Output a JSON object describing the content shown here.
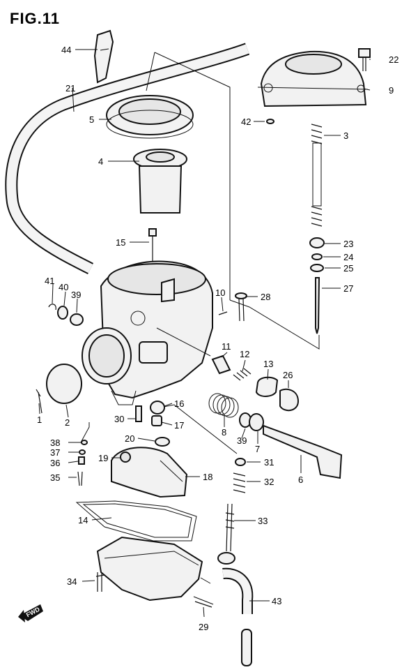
{
  "figure": {
    "title": "FIG.11",
    "fwd_label": "FWD"
  },
  "callouts": [
    {
      "n": "44"
    },
    {
      "n": "21"
    },
    {
      "n": "5"
    },
    {
      "n": "4"
    },
    {
      "n": "15"
    },
    {
      "n": "41"
    },
    {
      "n": "40"
    },
    {
      "n": "39"
    },
    {
      "n": "10"
    },
    {
      "n": "28"
    },
    {
      "n": "22"
    },
    {
      "n": "9"
    },
    {
      "n": "42"
    },
    {
      "n": "3"
    },
    {
      "n": "23"
    },
    {
      "n": "24"
    },
    {
      "n": "25"
    },
    {
      "n": "27"
    },
    {
      "n": "11"
    },
    {
      "n": "12"
    },
    {
      "n": "13"
    },
    {
      "n": "26"
    },
    {
      "n": "1"
    },
    {
      "n": "2"
    },
    {
      "n": "30"
    },
    {
      "n": "16"
    },
    {
      "n": "17"
    },
    {
      "n": "8"
    },
    {
      "n": "39"
    },
    {
      "n": "7"
    },
    {
      "n": "38"
    },
    {
      "n": "20"
    },
    {
      "n": "37"
    },
    {
      "n": "19"
    },
    {
      "n": "36"
    },
    {
      "n": "35"
    },
    {
      "n": "18"
    },
    {
      "n": "31"
    },
    {
      "n": "6"
    },
    {
      "n": "32"
    },
    {
      "n": "14"
    },
    {
      "n": "33"
    },
    {
      "n": "34"
    },
    {
      "n": "43"
    },
    {
      "n": "29"
    }
  ]
}
